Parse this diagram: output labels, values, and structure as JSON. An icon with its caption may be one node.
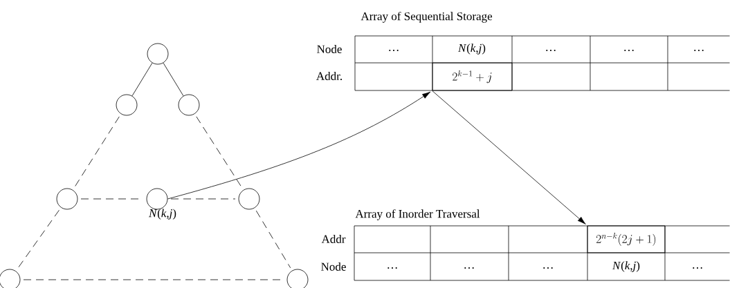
{
  "diagram": {
    "nodes": [
      {
        "text": [],
        "shape": "circle"
      },
      {
        "text": [],
        "shape": "circle"
      },
      {
        "text": [],
        "shape": "circle"
      },
      {
        "text": [],
        "shape": "circle"
      },
      {
        "text": [],
        "shape": "circle",
        "beside": [
          "*N*(*k*,*j*)"
        ]
      },
      {
        "text": [],
        "shape": "circle"
      },
      {
        "text": [],
        "shape": "circle"
      },
      {
        "text": [],
        "shape": "circle"
      },
      {
        "text": [
          "2^{k-1}+j"
        ]
      },
      {
        "text": [
          "2^{n-k}(2j+1)"
        ]
      }
    ],
    "edges": [
      {
        "from": 0,
        "to": 1,
        "arrow": "none"
      },
      {
        "from": 0,
        "to": 2,
        "arrow": "none"
      },
      {
        "from": 1,
        "to": 3,
        "arrow": "none",
        "style": "dashed"
      },
      {
        "from": 2,
        "to": 5,
        "arrow": "none",
        "style": "dashed"
      },
      {
        "from": 3,
        "to": 4,
        "arrow": "none",
        "style": "dashed"
      },
      {
        "from": 4,
        "to": 5,
        "arrow": "none",
        "style": "dashed"
      },
      {
        "from": 3,
        "to": 6,
        "arrow": "none",
        "style": "dashed"
      },
      {
        "from": 5,
        "to": 7,
        "arrow": "none",
        "style": "dashed"
      },
      {
        "from": 6,
        "to": 7,
        "arrow": "none",
        "style": "dashed"
      },
      {
        "from": 4,
        "to": 8,
        "arrow": "to"
      },
      {
        "from": 8,
        "to": 9,
        "arrow": "to"
      }
    ],
    "labels": [
      "Array of Sequential Storage",
      "Node",
      "…",
      "*N*(*k*,*j*)",
      "…",
      "…",
      "…",
      "Addr.",
      "Array of Inorder Traversal",
      "Addr",
      "Node",
      "…",
      "…",
      "…",
      "*N*(*k*,*j*)",
      "…"
    ]
  }
}
